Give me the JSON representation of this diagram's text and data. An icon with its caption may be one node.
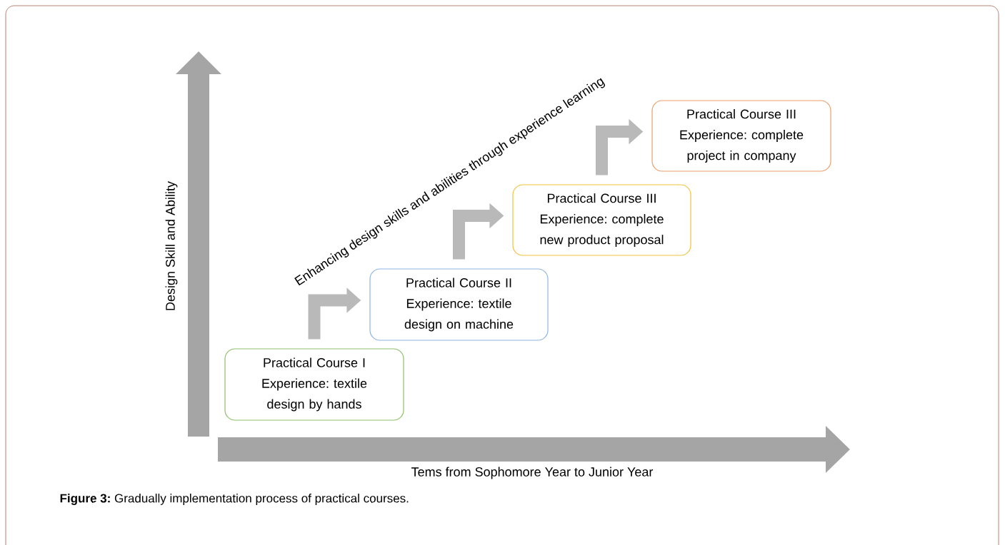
{
  "diagram": {
    "caption": "**Figure 3:** Gradually implementation process of practical courses.",
    "nodes": [
      {
        "text": [
          "Practical Course I Experience: textile design by hands"
        ]
      },
      {
        "text": [
          "Practical Course II Experience: textile design on machine"
        ]
      },
      {
        "text": [
          "Practical Course III Experience: complete new product proposal"
        ]
      },
      {
        "text": [
          "Practical Course III Experience: complete project in company"
        ]
      }
    ],
    "edges": [
      {
        "from": 0,
        "to": 1,
        "arrow": "to"
      },
      {
        "from": 1,
        "to": 2,
        "arrow": "to"
      },
      {
        "from": 2,
        "to": 3,
        "arrow": "to"
      }
    ],
    "labels": [
      "Design Skill and Ability",
      "Enhancing design skills and abilities through experience learning",
      "Tems from Sophomore Year to Junior Year"
    ]
  }
}
